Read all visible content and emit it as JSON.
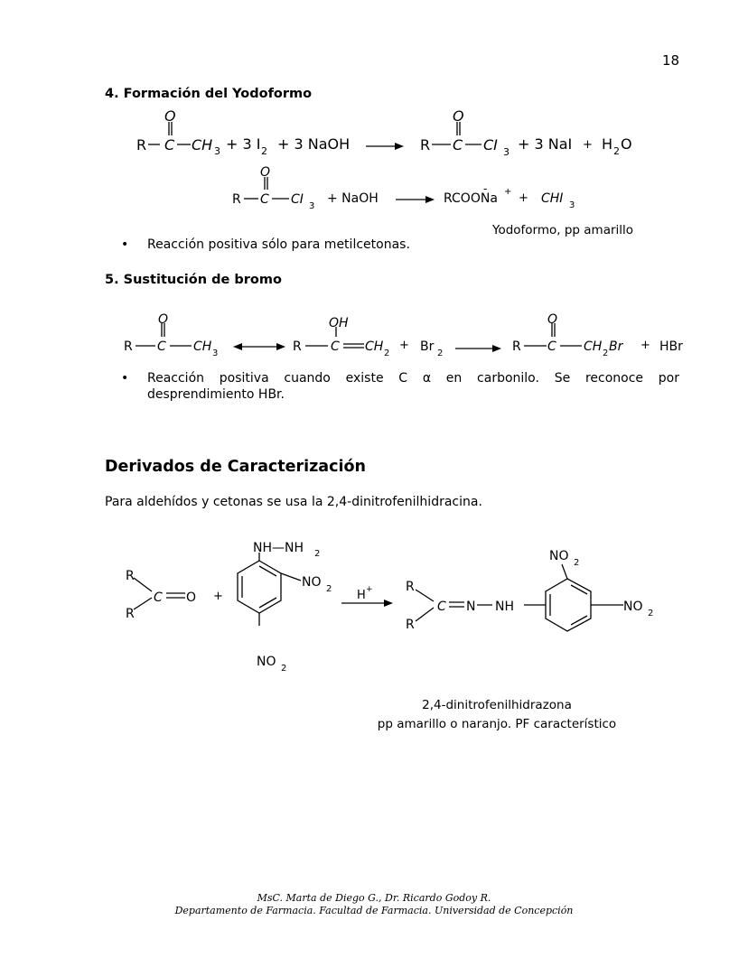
{
  "page_number": "18",
  "section4": {
    "heading": "4.  Formación del Yodoformo",
    "reaction1": {
      "r": "R",
      "c": "C",
      "o": "O",
      "ch3": "CH",
      "ch3_sub": "3",
      "plus_i2": "+ 3 I",
      "i2_sub": "2",
      "plus_naoh": "+ 3 NaOH",
      "ci3": "CI",
      "ci3_sub": "3",
      "plus_nai": "+ 3 NaI",
      "plus": "+",
      "h2o_h": "H",
      "h2o_sub": "2",
      "h2o_o": "O"
    },
    "reaction2": {
      "r": "R",
      "c": "C",
      "o": "O",
      "ci3": "CI",
      "ci3_sub": "3",
      "plus_naoh": "+ NaOH",
      "rcoona": "RCOONa",
      "minus": "-",
      "plusion": "+",
      "plus": "+",
      "chi3": "CHI",
      "chi3_sub": "3"
    },
    "product_note": "Yodoformo, pp amarillo",
    "bullet": "Reacción positiva sólo para metilcetonas."
  },
  "section5": {
    "heading": "5.  Sustitución de bromo",
    "reaction": {
      "r": "R",
      "c": "C",
      "o": "O",
      "oh": "OH",
      "ch3": "CH",
      "ch3_sub": "3",
      "ch2": "CH",
      "ch2_sub": "2",
      "plus": "+",
      "br2": "Br",
      "br2_sub": "2",
      "ch2br": "CH",
      "ch2br_sub": "2",
      "ch2br_br": "Br",
      "plus2": "+",
      "hbr": "HBr"
    },
    "bullet_line1": "Reacción  positiva  cuando  existe  C  α  en  carbonilo.  Se  reconoce  por",
    "bullet_line2": "desprendimiento HBr."
  },
  "derivados": {
    "heading": "Derivados de Caracterización",
    "intro": "Para aldehídos y cetonas se usa la 2,4-dinitrofenilhidracina.",
    "scheme": {
      "r": "R",
      "c": "C",
      "o": "O",
      "plus": "+",
      "nh_nh2": "NH—NH",
      "nh2_sub": "2",
      "no2": "NO",
      "no2_sub": "2",
      "h": "H",
      "h_plus": "+",
      "n": "N",
      "nh": "NH"
    },
    "caption_line1": "2,4-dinitrofenilhidrazona",
    "caption_line2": "pp amarillo o naranjo. PF característico"
  },
  "footer": {
    "line1": "MsC.  Marta de Diego G.,  Dr. Ricardo Godoy R.",
    "line2": "Departamento de Farmacia. Facultad de Farmacia. Universidad de Concepción"
  },
  "colors": {
    "text": "#000000",
    "background": "#ffffff"
  }
}
